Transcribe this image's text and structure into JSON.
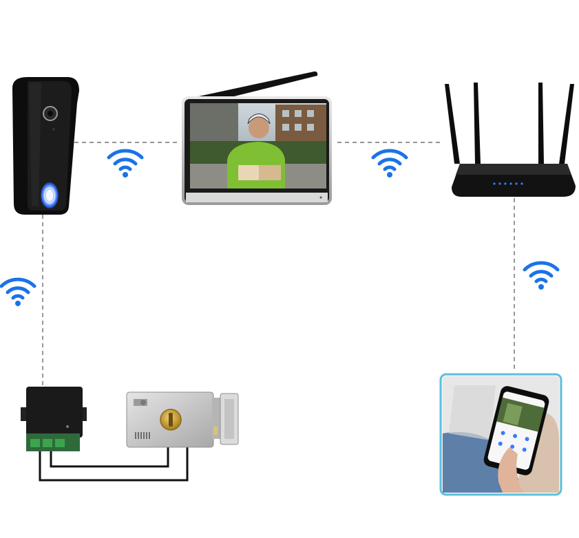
{
  "diagram": {
    "nodes": [
      {
        "id": "doorbell",
        "name": "doorbell-camera"
      },
      {
        "id": "monitor",
        "name": "indoor-monitor"
      },
      {
        "id": "router",
        "name": "wifi-router"
      },
      {
        "id": "relay",
        "name": "relay-controller"
      },
      {
        "id": "lock",
        "name": "electric-lock"
      },
      {
        "id": "phone",
        "name": "smartphone-app"
      }
    ],
    "links": [
      {
        "from": "doorbell",
        "to": "monitor",
        "style": "dashed",
        "wireless": true
      },
      {
        "from": "monitor",
        "to": "router",
        "style": "dashed",
        "wireless": true
      },
      {
        "from": "doorbell",
        "to": "relay",
        "style": "dashed",
        "wireless": true
      },
      {
        "from": "router",
        "to": "phone",
        "style": "dashed",
        "wireless": true
      },
      {
        "from": "relay",
        "to": "lock",
        "style": "wired",
        "wireless": false
      }
    ],
    "icons": [
      "wifi-icon",
      "wifi-icon",
      "wifi-icon",
      "wifi-icon"
    ],
    "colors": {
      "wifi": "#1a73e8",
      "device_black": "#111111",
      "lock_silver": "#c9c9c9",
      "lock_brass": "#c8a23a",
      "phone_frame": "#5bc0de",
      "dashed_line": "#555555"
    }
  }
}
